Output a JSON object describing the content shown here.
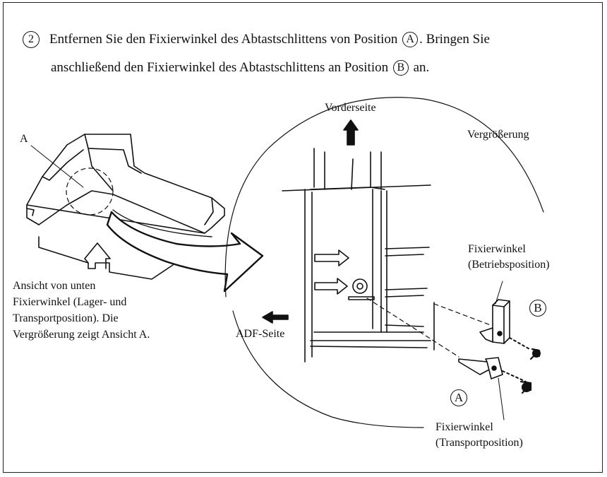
{
  "instruction": {
    "step_number": "2",
    "line1_a": "Entfernen Sie den Fixierwinkel des Abtastschlittens von Position",
    "marker_a": "A",
    "line1_b": ". Bringen Sie",
    "line2_a": "anschließend den Fixierwinkel des Abtastschlittens an Position",
    "marker_b": "B",
    "line2_b": "an."
  },
  "left_view": {
    "label_a": "A",
    "caption_lines": [
      "Ansicht von unten",
      "Fixierwinkel (Lager- und",
      "Transportposition). Die",
      " Vergrößerung zeigt Ansicht A."
    ]
  },
  "enlarged_view": {
    "vorderseite": "Vorderseite",
    "vergroesserung": "Vergrößerung",
    "adf_seite": "ADF-Seite",
    "bracket_b_label_line1": "Fixierwinkel",
    "bracket_b_label_line2": "(Betriebsposition)",
    "bracket_b_marker": "B",
    "bracket_a_marker": "A",
    "bracket_a_label_line1": "Fixierwinkel",
    "bracket_a_label_line2": "(Transportposition)"
  }
}
